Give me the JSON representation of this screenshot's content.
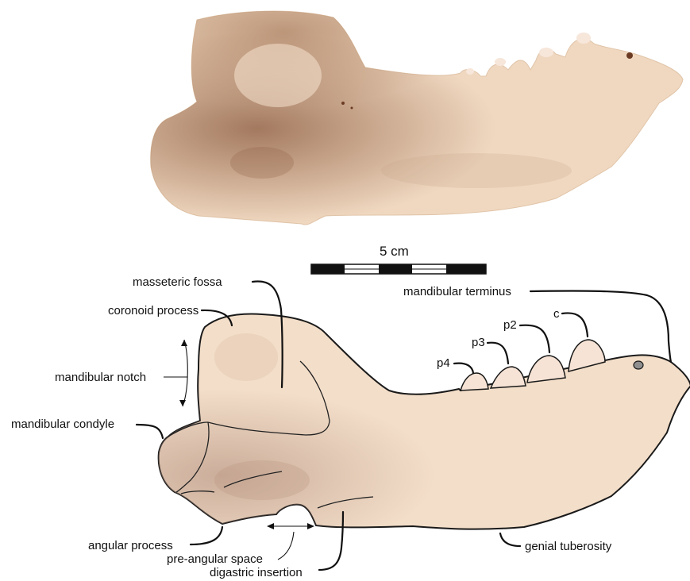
{
  "scale_bar": {
    "label": "5 cm"
  },
  "labels": {
    "masseteric_fossa": "masseteric fossa",
    "coronoid_process": "coronoid process",
    "mandibular_notch": "mandibular notch",
    "mandibular_condyle": "mandibular condyle",
    "angular_process": "angular process",
    "pre_angular_space": "pre-angular space",
    "digastric_insertion": "digastric insertion",
    "genial_tuberosity": "genial tuberosity",
    "mandibular_terminus": "mandibular terminus",
    "c": "c",
    "p2": "p2",
    "p3": "p3",
    "p4": "p4"
  },
  "colors": {
    "bone": "#f0dcc6",
    "bone_shadow": "#c8a48a",
    "bone_stain": "#8a5a3e",
    "tooth": "#f5e2d4",
    "line": "#111111"
  }
}
